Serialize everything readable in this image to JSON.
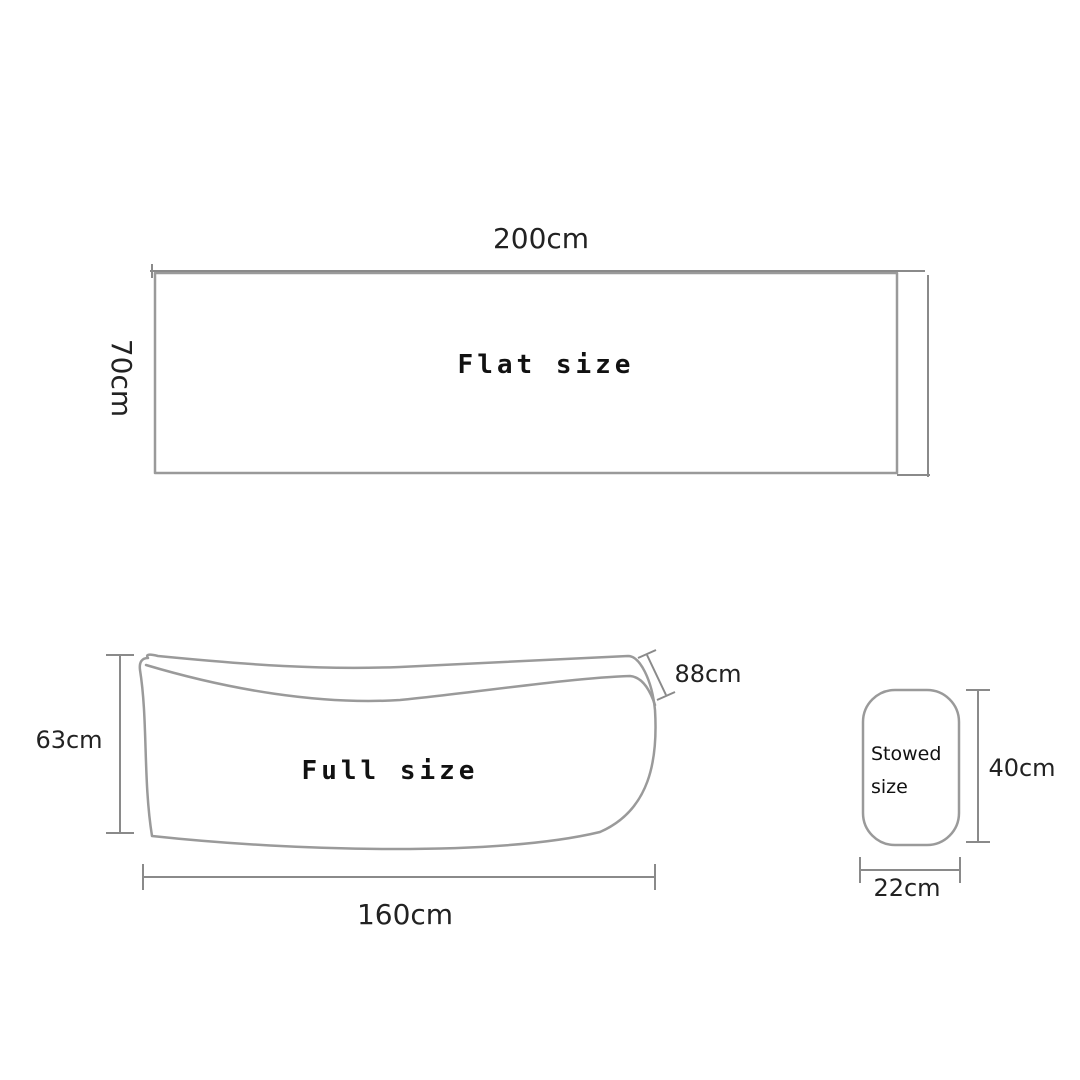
{
  "flat": {
    "name": "Flat size",
    "width_label": "200cm",
    "height_label": "70cm"
  },
  "full": {
    "name": "Full size",
    "width_label": "160cm",
    "height_label": "63cm",
    "depth_label": "88cm"
  },
  "stowed": {
    "name_line1": "Stowed",
    "name_line2": "size",
    "width_label": "22cm",
    "height_label": "40cm"
  },
  "colors": {
    "outline": "#9a9a9a",
    "text": "#111111"
  }
}
